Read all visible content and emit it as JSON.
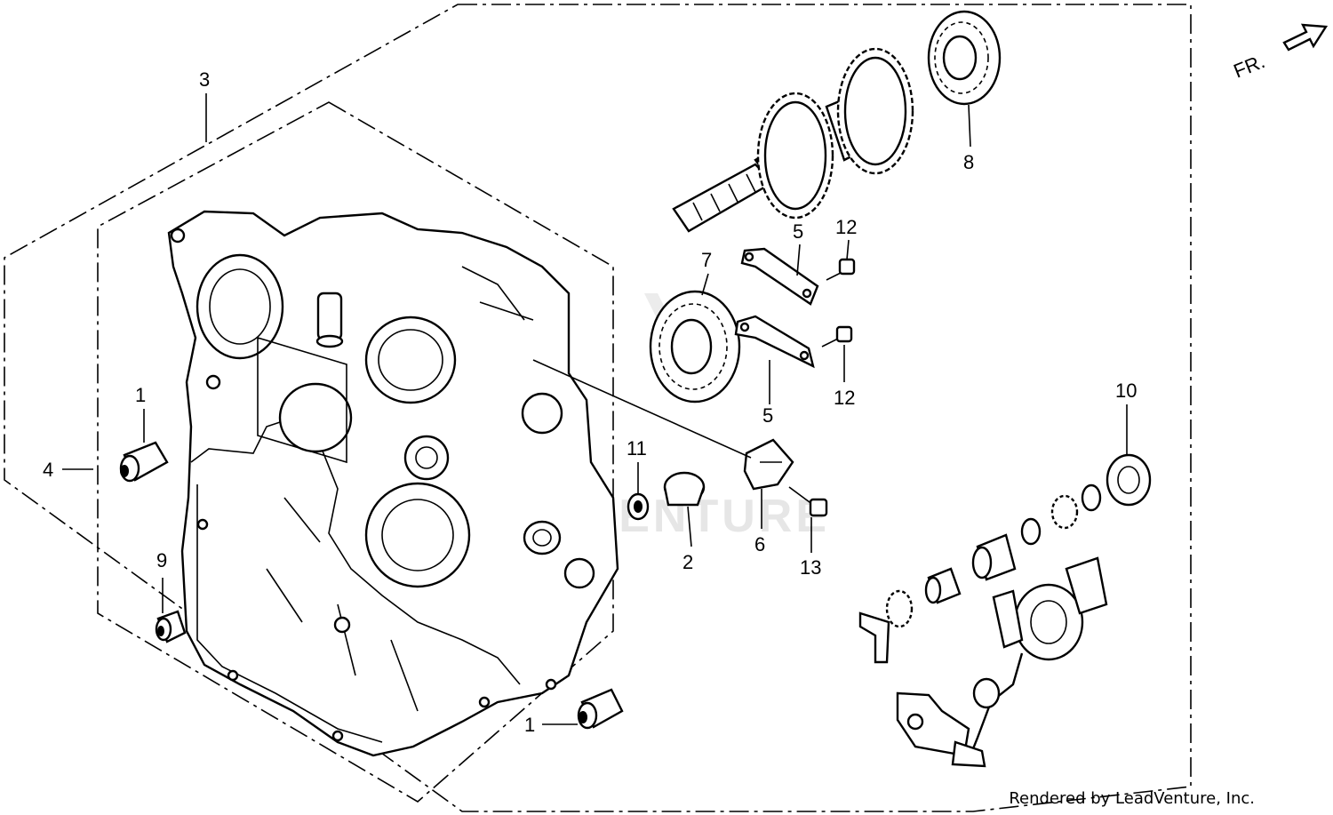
{
  "watermark": "LEADVENTURE",
  "footer": {
    "credit": "Rendered by LeadVenture, Inc."
  },
  "front_marker": {
    "label": "FR."
  },
  "callouts": [
    {
      "id": "c1a",
      "text": "1"
    },
    {
      "id": "c1b",
      "text": "1"
    },
    {
      "id": "c2",
      "text": "2"
    },
    {
      "id": "c3",
      "text": "3"
    },
    {
      "id": "c4",
      "text": "4"
    },
    {
      "id": "c5a",
      "text": "5"
    },
    {
      "id": "c5b",
      "text": "5"
    },
    {
      "id": "c6",
      "text": "6"
    },
    {
      "id": "c7",
      "text": "7"
    },
    {
      "id": "c8",
      "text": "8"
    },
    {
      "id": "c9",
      "text": "9"
    },
    {
      "id": "c10",
      "text": "10"
    },
    {
      "id": "c11",
      "text": "11"
    },
    {
      "id": "c12a",
      "text": "12"
    },
    {
      "id": "c12b",
      "text": "12"
    },
    {
      "id": "c13",
      "text": "13"
    }
  ]
}
